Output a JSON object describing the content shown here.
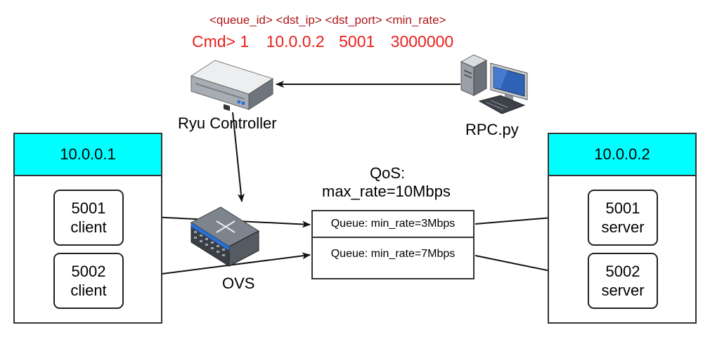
{
  "command": {
    "args_header": "<queue_id> <dst_ip> <dst_port> <min_rate>",
    "prompt": "Cmd>",
    "queue_id": "1",
    "dst_ip": "10.0.0.2",
    "dst_port": "5001",
    "min_rate": "3000000"
  },
  "controller": {
    "label": "Ryu Controller"
  },
  "rpc": {
    "label": "RPC.py"
  },
  "switch": {
    "label": "OVS"
  },
  "qos": {
    "title": "QoS:",
    "max_rate": "max_rate=10Mbps"
  },
  "queues": [
    {
      "label": "Queue: min_rate=3Mbps"
    },
    {
      "label": "Queue: min_rate=7Mbps"
    }
  ],
  "hosts": {
    "left": {
      "ip": "10.0.0.1",
      "ports": [
        {
          "port": "5001",
          "role": "client"
        },
        {
          "port": "5002",
          "role": "client"
        }
      ]
    },
    "right": {
      "ip": "10.0.0.2",
      "ports": [
        {
          "port": "5001",
          "role": "server"
        },
        {
          "port": "5002",
          "role": "server"
        }
      ]
    }
  },
  "colors": {
    "command": "#e8201c",
    "args_header": "#b0161a",
    "host_header": "#00ffff"
  }
}
